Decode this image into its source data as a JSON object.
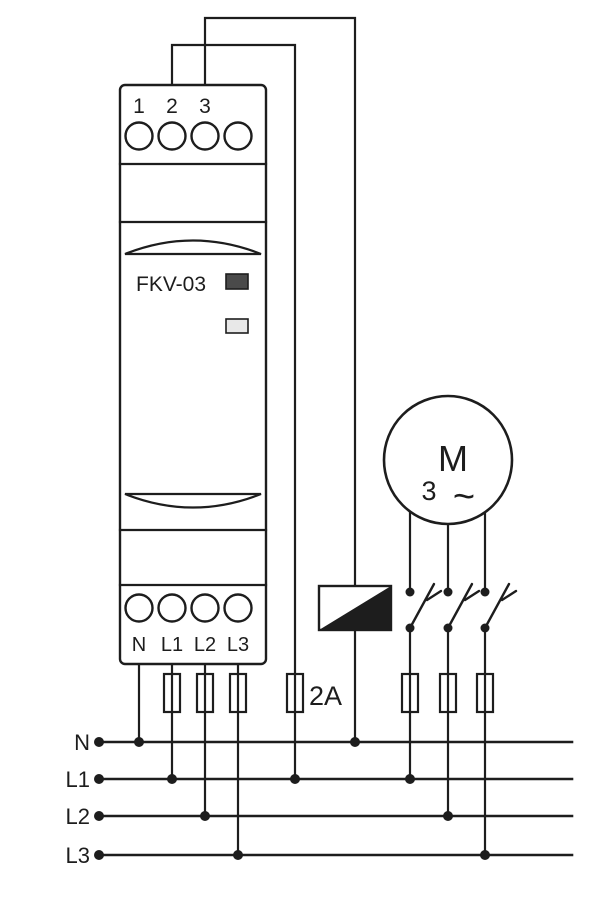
{
  "device": {
    "model": "FKV-03",
    "top_terminals": [
      "1",
      "2",
      "3"
    ],
    "bottom_terminals": [
      "N",
      "L1",
      "L2",
      "L3"
    ],
    "leds": {
      "upper": {
        "color": "#4a4a4a"
      },
      "lower": {
        "color": "#e8e8e8"
      }
    }
  },
  "control_fuse_label": "2A",
  "motor": {
    "letter": "M",
    "phases": "3",
    "ac": "~"
  },
  "bus_labels": [
    "N",
    "L1",
    "L2",
    "L3"
  ],
  "colors": {
    "line": "#1d1d1d",
    "background": "#ffffff"
  }
}
